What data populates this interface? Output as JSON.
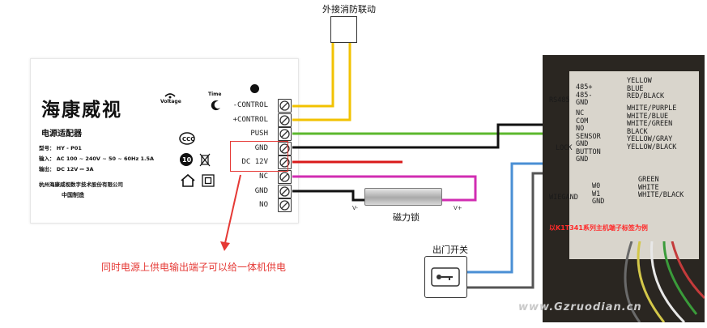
{
  "fire_linkage": "外接消防联动",
  "psu": {
    "brand": "海康威视",
    "voltage_label": "Voltage",
    "time_label": "Time",
    "adapter_title": "电源适配器",
    "model": "型号：  HY - P01",
    "input": "输入：  AC 100 ~ 240V ~ 50 ~ 60Hz 1.5A",
    "output": "输出：  DC 12V ⎓ 3A",
    "company": "杭州海康威视数字技术股份有限公司",
    "made_in": "中国制造",
    "terminals": [
      "-CONTROL",
      "+CONTROL",
      "PUSH",
      "GND",
      "DC 12V",
      "NC",
      "GND",
      "NO"
    ]
  },
  "magnetic_lock": {
    "label": "磁力锁",
    "v_minus": "V-",
    "v_plus": "V+"
  },
  "exit_button": {
    "label": "出门开关"
  },
  "note": "同时电源上供电输出端子可以给一体机供电",
  "photo": {
    "rs485": [
      "485+",
      "485-",
      "GND"
    ],
    "rs485_label": "RS485",
    "lock_group": [
      "NC",
      "COM",
      "NO",
      "SENSOR",
      "GND",
      "BUTTON",
      "GND"
    ],
    "lock_label": "LOCK",
    "wiegand": [
      "W0",
      "W1",
      "GND"
    ],
    "wiegand_label": "WIEGAND",
    "colors_top": [
      "YELLOW",
      "BLUE",
      "RED/BLACK"
    ],
    "colors_lock": [
      "WHITE/PURPLE",
      "WHITE/BLUE",
      "WHITE/GREEN",
      "BLACK",
      "YELLOW/GRAY",
      "YELLOW/BLACK"
    ],
    "colors_wiegand": [
      "GREEN",
      "WHITE",
      "WHITE/BLACK"
    ],
    "caption": "以K1T341系列主机端子标签为例"
  },
  "watermark": "www.Gzruodian.cn",
  "wire_colors": {
    "yellow": "#f2c200",
    "green": "#5cb82e",
    "black": "#111111",
    "red": "#d91a1a",
    "magenta": "#d12db2",
    "blue": "#4a8fd4",
    "gray": "#555555"
  }
}
